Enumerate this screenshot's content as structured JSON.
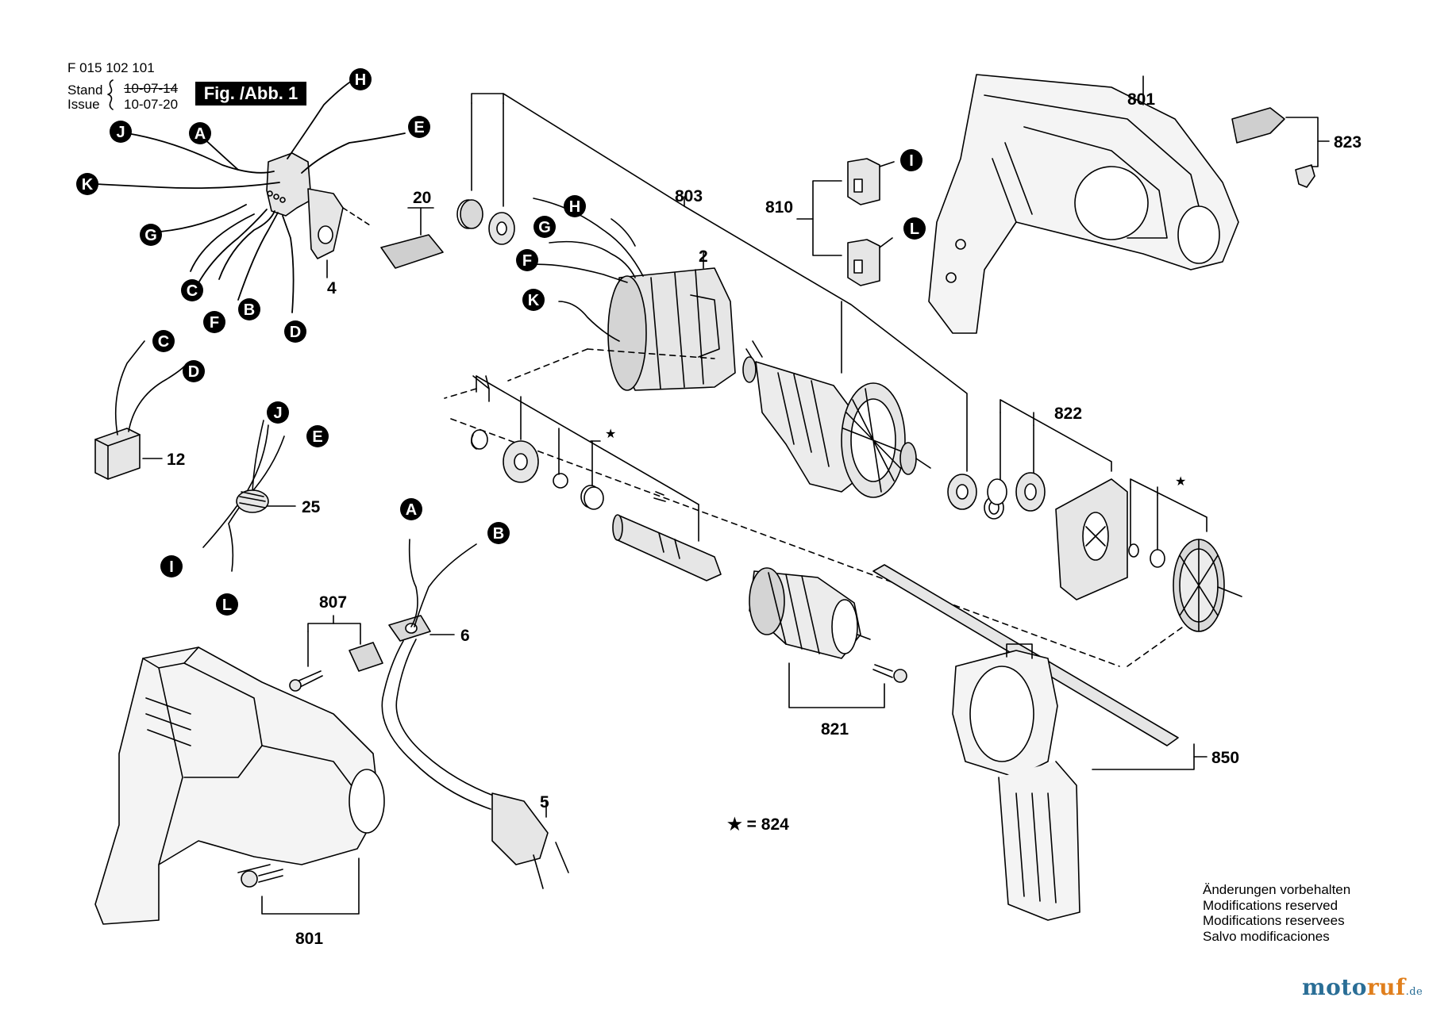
{
  "header": {
    "doc_number": "F 015 102 101",
    "stand_label": "Stand",
    "stand_date": "10-07-14",
    "issue_label": "Issue",
    "issue_date": "10-07-20",
    "figure": "Fig. /Abb. 1"
  },
  "callouts": {
    "A": "A",
    "B": "B",
    "C": "C",
    "D": "D",
    "E": "E",
    "F": "F",
    "G": "G",
    "H": "H",
    "I": "I",
    "J": "J",
    "K": "K",
    "L": "L"
  },
  "part_numbers": {
    "p2": "2",
    "p4": "4",
    "p5": "5",
    "p6": "6",
    "p12": "12",
    "p20": "20",
    "p25": "25",
    "p801_housing": "801",
    "p801_screw": "801",
    "p803": "803",
    "p807": "807",
    "p810": "810",
    "p821": "821",
    "p822": "822",
    "p823": "823",
    "p850": "850"
  },
  "legend": {
    "star_symbol": "★",
    "star_text": "★ = 824"
  },
  "notes": [
    "Änderungen vorbehalten",
    "Modifications reserved",
    "Modifications reservees",
    "Salvo modificaciones"
  ],
  "brand": {
    "part1": "moto",
    "part2": "ruf",
    "tld": ".de"
  }
}
